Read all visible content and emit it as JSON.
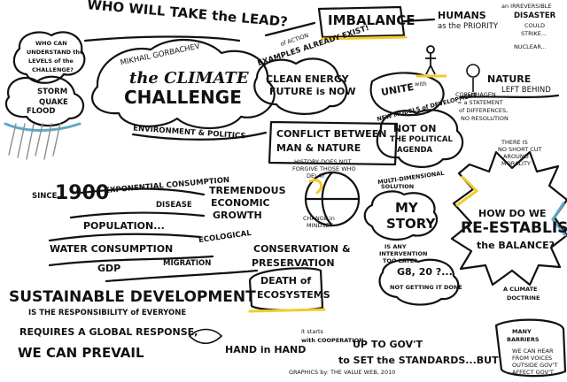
{
  "header": {
    "who_lead": "WHO WILL TAKE the LEAD?",
    "gorbachev": "MIKHAIL GORBACHEV",
    "climate_title_1": "the CLIMATE",
    "climate_title_2": "CHALLENGE",
    "environment_politics": "ENVIRONMENT & POLITICS",
    "examples": "EXAMPLES ALREADY EXIST!",
    "examples_small": "of ACTION",
    "clean_energy_1": "CLEAN ENERGY",
    "clean_energy_2": "FUTURE is NOW"
  },
  "left": {
    "who_can_1": "WHO CAN",
    "who_can_2": "UNDERSTAND the",
    "who_can_3": "LEVELS of the",
    "who_can_4": "CHALLENGE?",
    "storm_1": "STORM",
    "storm_2": "QUAKE",
    "storm_3": "FLOOD"
  },
  "top_right": {
    "imbalance": "IMBALANCE",
    "humans_1": "HUMANS",
    "humans_2": "as the PRIORITY",
    "disaster_1": "an IRREVERSIBLE",
    "disaster_2": "DISASTER",
    "disaster_3": "COULD",
    "disaster_4": "STRIKE...",
    "nuclear": "NUCLEAR...",
    "nature_1": "NATURE",
    "nature_2": "LEFT BEHIND",
    "unite": "UNITE",
    "unite_small": "with",
    "new_models": "NEW MODELS of DEVELOPMENT",
    "copenhagen_1": "COPENHAGEN",
    "copenhagen_2": "= a STATEMENT",
    "copenhagen_3": "of DIFFERENCES,",
    "copenhagen_4": "NO RESOLUTION"
  },
  "middle": {
    "conflict_1": "CONFLICT BETWEEN",
    "conflict_2": "MAN & NATURE",
    "history_1": "HISTORY DOES NOT",
    "history_2": "FORGIVE THOSE WHO",
    "history_3": "DELAY",
    "not_on_1": "NOT ON",
    "not_on_2": "THE POLITICAL",
    "not_on_3": "AGENDA",
    "shortcut_1": "THERE IS",
    "shortcut_2": "NO SHORT CUT",
    "shortcut_3": "AROUND",
    "shortcut_4": "MORALITY",
    "multi_1": "MULTI-DIMENSIONAL",
    "multi_2": "SOLUTION",
    "tremendous_1": "TREMENDOUS",
    "tremendous_2": "ECONOMIC",
    "tremendous_3": "GROWTH",
    "mindset_1": "CHANGE in",
    "mindset_2": "MINDSET",
    "my_story_1": "MY",
    "my_story_2": "STORY",
    "intervention_1": "IS ANY",
    "intervention_2": "INTERVENTION",
    "intervention_3": "TOO LATE?",
    "how_1": "HOW DO WE",
    "how_2": "RE-ESTABLISH",
    "how_3": "the BALANCE?"
  },
  "timeline": {
    "since": "SINCE",
    "year": "1900",
    "exponential": "EXPONENTIAL CONSUMPTION",
    "disease": "DISEASE",
    "population": "POPULATION...",
    "water": "WATER CONSUMPTION",
    "ecological": "ECOLOGICAL",
    "gdp": "GDP",
    "migration": "MIGRATION",
    "conservation_1": "CONSERVATION &",
    "conservation_2": "PRESERVATION"
  },
  "bottom": {
    "sustainable": "SUSTAINABLE DEVELOPMENT",
    "responsibility": "IS THE RESPONSIBILITY of EVERYONE",
    "requires": "REQUIRES A GLOBAL RESPONSE,",
    "prevail": "WE CAN PREVAIL",
    "death_1": "DEATH of",
    "death_2": "ECOSYSTEMS",
    "hand": "HAND in HAND",
    "starts_1": "it starts",
    "starts_2": "with COOPERATION",
    "g8": "G8, 20 ?...",
    "not_getting": "NOT GETTING IT DONE",
    "climate_doctrine_1": "A CLIMATE",
    "climate_doctrine_2": "DOCTRINE",
    "up_to": "UP TO GOV'T",
    "set_standards": "to SET the STANDARDS...BUT",
    "barriers_1": "MANY",
    "barriers_2": "BARRIERS",
    "voices_1": "WE CAN HEAR",
    "voices_2": "FROM VOICES",
    "voices_3": "OUTSIDE GOV'T",
    "voices_4": "AFFECT GOV'T",
    "credit": "GRAPHICS by: THE VALUE WEB, 2010"
  },
  "colors": {
    "ink": "#111111",
    "yellow": "#f2cc2a",
    "teal": "#5fa8c7",
    "grey": "#8c8c8c"
  }
}
